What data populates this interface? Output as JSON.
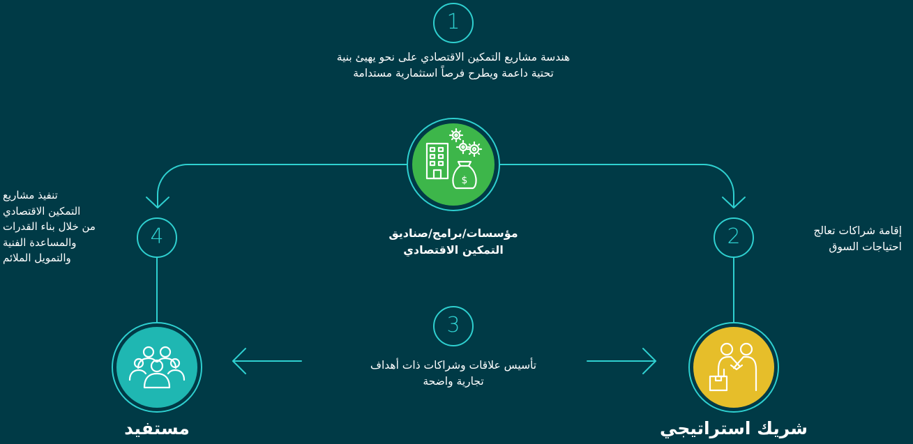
{
  "colors": {
    "background": "#003a46",
    "line": "#2fd0d0",
    "institution_fill": "#3db64a",
    "beneficiary_fill": "#1fb7b2",
    "partner_fill": "#e6be2a"
  },
  "icons": {
    "institution": "building-gears-moneybag-icon",
    "beneficiary": "people-group-icon",
    "partner": "handshake-icon"
  },
  "steps": [
    {
      "number": "1",
      "text_line1": "هندسة مشاريع التمكين الاقتصادي على نحو يهيئ بنية",
      "text_line2": "تحتية داعمة ويطرح فرصاً استثمارية مستدامة"
    },
    {
      "number": "2",
      "text_line1": "إقامة شراكات تعالج",
      "text_line2": "احتياجات السوق"
    },
    {
      "number": "3",
      "text_line1": "تأسيس علاقات وشراكات ذات أهداف",
      "text_line2": "تجارية واضحة"
    },
    {
      "number": "4",
      "lines": [
        "تنفيذ مشاريع",
        "التمكين الاقتصادي",
        "من خلال بناء القدرات",
        "والمساعدة الفنية",
        "والتمويل الملائم"
      ]
    }
  ],
  "nodes": {
    "institution_line1": "مؤسسات/برامج/صناديق",
    "institution_line2": "التمكين الاقتصادي",
    "beneficiary": "مستفيد",
    "partner": "شريك استراتيجي"
  }
}
